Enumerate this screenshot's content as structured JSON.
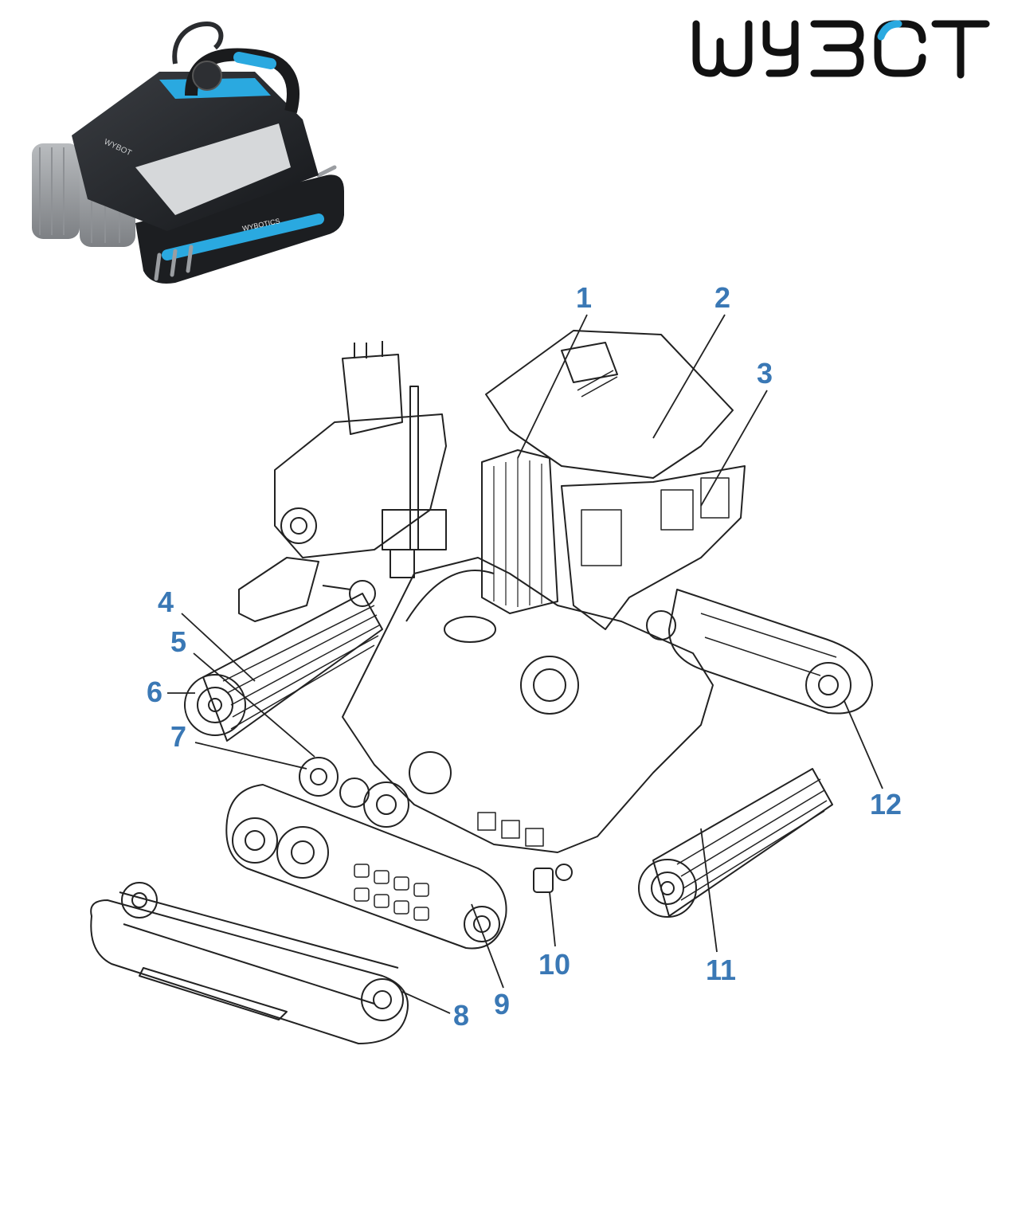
{
  "brand": {
    "logo_text": "WYBOT",
    "accent_color": "#2aa9e0",
    "ink_color": "#111111"
  },
  "product_photo": {
    "top_label": "WYBOT",
    "side_label": "WYBOTICS",
    "accent_color": "#2aa9e0"
  },
  "diagram": {
    "callout_color": "#3a78b5",
    "line_color": "#222222",
    "callouts": [
      {
        "id": "1",
        "label": "1"
      },
      {
        "id": "2",
        "label": "2"
      },
      {
        "id": "3",
        "label": "3"
      },
      {
        "id": "4",
        "label": "4"
      },
      {
        "id": "5",
        "label": "5"
      },
      {
        "id": "6",
        "label": "6"
      },
      {
        "id": "7",
        "label": "7"
      },
      {
        "id": "8",
        "label": "8"
      },
      {
        "id": "9",
        "label": "9"
      },
      {
        "id": "10",
        "label": "10"
      },
      {
        "id": "11",
        "label": "11"
      },
      {
        "id": "12",
        "label": "12"
      }
    ]
  }
}
